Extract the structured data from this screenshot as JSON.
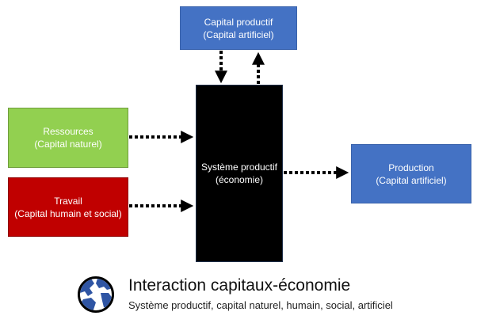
{
  "diagram": {
    "nodes": {
      "capital_productif": {
        "line1": "Capital productif",
        "line2": "(Capital artificiel)",
        "color": "#4472c4"
      },
      "ressources": {
        "line1": "Ressources",
        "line2": "(Capital naturel)",
        "color": "#92d050"
      },
      "travail": {
        "line1": "Travail",
        "line2": "(Capital humain et social)",
        "color": "#c00000"
      },
      "systeme": {
        "line1": "Système productif",
        "line2": "(économie)",
        "color": "#000000"
      },
      "production": {
        "line1": "Production",
        "line2": "(Capital artificiel)",
        "color": "#4472c4"
      }
    },
    "edges": [
      {
        "from": "capital_productif",
        "to": "systeme",
        "style": "dotted"
      },
      {
        "from": "systeme",
        "to": "capital_productif",
        "style": "dotted"
      },
      {
        "from": "ressources",
        "to": "systeme",
        "style": "dotted"
      },
      {
        "from": "travail",
        "to": "systeme",
        "style": "dotted"
      },
      {
        "from": "systeme",
        "to": "production",
        "style": "dotted"
      }
    ]
  },
  "footer": {
    "icon": "globe-icon",
    "title": "Interaction capitaux-économie",
    "subtitle": "Système productif, capital naturel, humain, social, artificiel"
  }
}
